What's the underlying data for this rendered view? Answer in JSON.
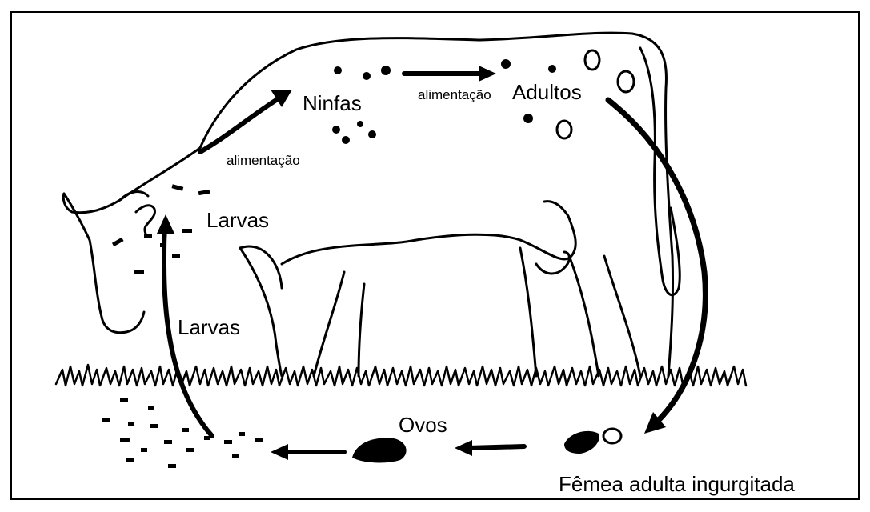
{
  "diagram": {
    "labels": {
      "ninfas": "Ninfas",
      "adultos": "Adultos",
      "larvas_on_host": "Larvas",
      "larvas_ground": "Larvas",
      "ovos": "Ovos",
      "femea": "Fêmea adulta ingurgitada",
      "alimentacao_1": "alimentação",
      "alimentacao_2": "alimentação"
    },
    "colors": {
      "ink": "#000000",
      "background": "#ffffff"
    }
  }
}
